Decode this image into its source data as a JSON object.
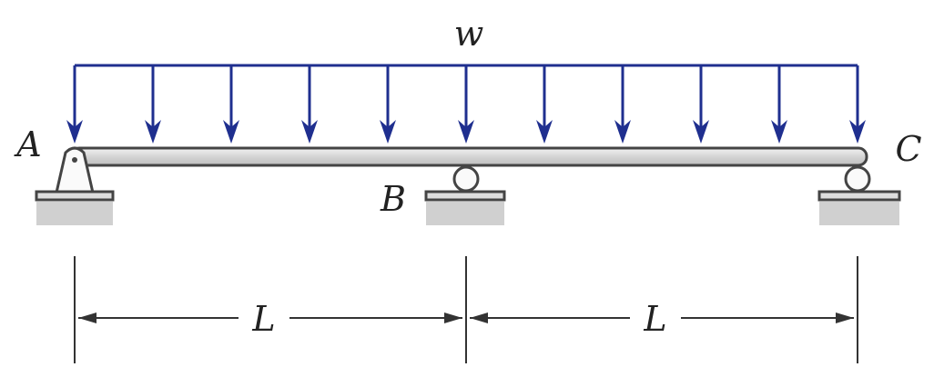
{
  "labels": {
    "load": "w",
    "support_a": "A",
    "support_b": "B",
    "support_c": "C",
    "span_1": "L",
    "span_2": "L"
  },
  "supports": {
    "A": "pin",
    "B": "roller",
    "C": "roller"
  },
  "load": {
    "type": "uniformly distributed",
    "arrow_count": 11
  },
  "colors": {
    "load": "#1f2f8f",
    "beam": "#d8d8d8",
    "ground": "#c8c8c8",
    "lines": "#333333"
  }
}
